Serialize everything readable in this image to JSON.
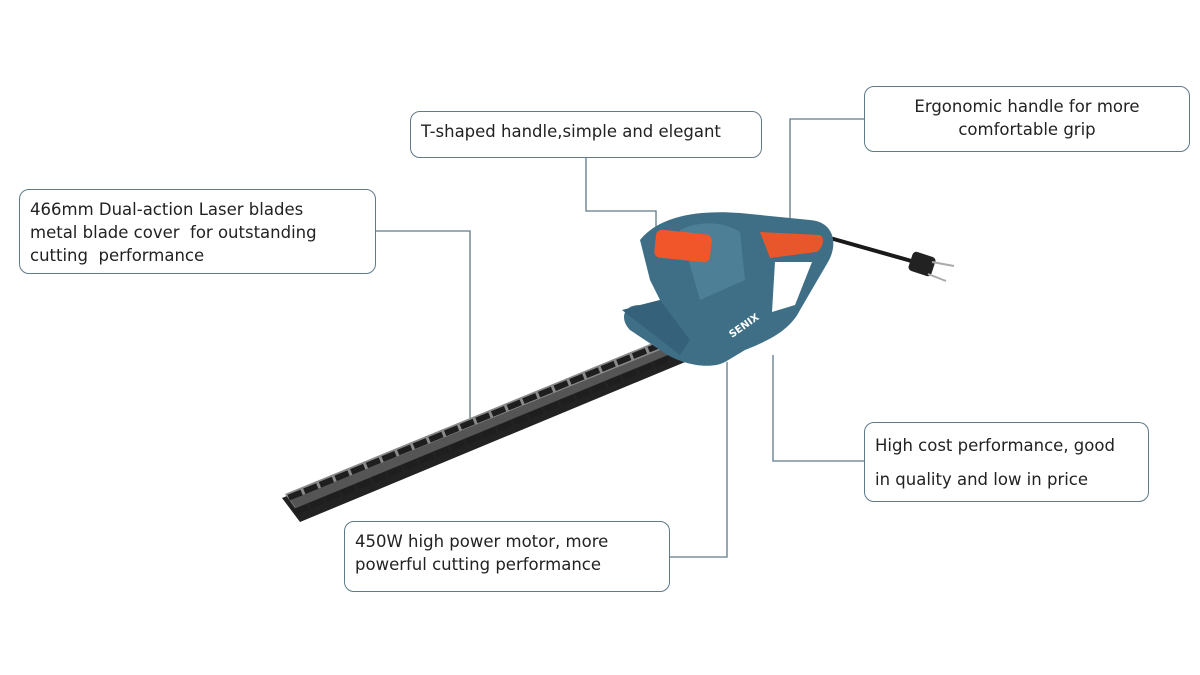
{
  "brand": "SENIX",
  "callouts": {
    "t_handle": {
      "lines": [
        "T-shaped handle,simple and elegant"
      ]
    },
    "ergonomic": {
      "lines": [
        "Ergonomic handle for more",
        "comfortable grip"
      ]
    },
    "blades": {
      "lines": [
        "466mm Dual-action Laser blades",
        "metal blade cover  for outstanding",
        "cutting  performance"
      ]
    },
    "cost": {
      "lines": [
        "High cost performance, good",
        "in quality and low in price"
      ]
    },
    "motor": {
      "lines": [
        "450W high power motor, more",
        "powerful cutting performance"
      ]
    }
  },
  "colors": {
    "body": "#3f6f86",
    "switch": "#f0562a",
    "line": "#5f7a88",
    "blade": "#6e6e6e"
  }
}
